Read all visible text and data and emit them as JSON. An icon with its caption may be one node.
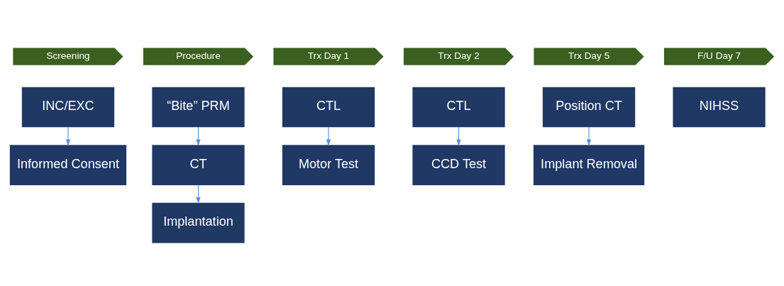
{
  "diagram": {
    "nodes": [
      {
        "text": [
          "Screening"
        ]
      },
      {
        "text": [
          "Procedure"
        ]
      },
      {
        "text": [
          "Trx Day 1"
        ]
      },
      {
        "text": [
          "Trx Day 2"
        ]
      },
      {
        "text": [
          "Trx Day 5"
        ]
      },
      {
        "text": [
          "F/U Day 7"
        ]
      },
      {
        "text": [
          "INC/EXC"
        ]
      },
      {
        "text": [
          "Informed Consent"
        ]
      },
      {
        "text": [
          "“Bite” PRM"
        ]
      },
      {
        "text": [
          "CT"
        ]
      },
      {
        "text": [
          "Implantation"
        ]
      },
      {
        "text": [
          "CTL"
        ]
      },
      {
        "text": [
          "Motor Test"
        ]
      },
      {
        "text": [
          "CTL"
        ]
      },
      {
        "text": [
          "CCD Test"
        ]
      },
      {
        "text": [
          "Position CT"
        ]
      },
      {
        "text": [
          "Implant Removal"
        ]
      },
      {
        "text": [
          "NIHSS"
        ]
      }
    ],
    "edges": [
      {
        "from": 6,
        "to": 7,
        "arrow": "to"
      },
      {
        "from": 8,
        "to": 9,
        "arrow": "to"
      },
      {
        "from": 9,
        "to": 10,
        "arrow": "to"
      },
      {
        "from": 11,
        "to": 12,
        "arrow": "to"
      },
      {
        "from": 13,
        "to": 14,
        "arrow": "to"
      },
      {
        "from": 15,
        "to": 16,
        "arrow": "to"
      }
    ]
  }
}
